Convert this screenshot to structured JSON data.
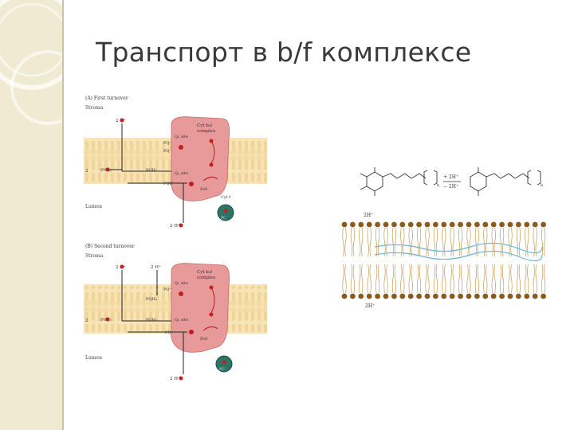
{
  "slide": {
    "title": "Транспорт в b/f комплексе"
  },
  "figure_a": {
    "panel_label": "(A) First turnover",
    "stroma": "Stroma",
    "lumen": "Lumen",
    "complex_label_1": "Cyt b₆f",
    "complex_label_2": "complex",
    "qn_site": "Qₙ site",
    "qp_site": "Qₚ site",
    "pq_top": "PQ",
    "pq_minus": "PQ⁻",
    "pqh2": "PQH₂",
    "pqh": "PQH",
    "psii": "(PSII)",
    "fes": "FeS",
    "cyt_f": "Cyt f",
    "pc": "PC",
    "h_top": "2 H⁺",
    "h_left": "2",
    "h_bottom": "2 H⁺"
  },
  "figure_b": {
    "panel_label": "(B) Second turnover",
    "stroma": "Stroma",
    "lumen": "Lumen",
    "complex_label_1": "Cyt b₆f",
    "complex_label_2": "complex",
    "qn_site": "Qₙ site",
    "qp_site": "Qₚ site",
    "pq_minus": "PQ⁻",
    "pqh2_top": "PQH₂",
    "pqh2": "PQH₂",
    "pq": "PQ",
    "psii": "(PSII)",
    "fes": "FeS",
    "pc": "PC",
    "h_top_1": "2 H⁺",
    "h_top_2": "2 H⁺",
    "h_left": "2",
    "h_bottom": "2 H⁺"
  },
  "membrane_figure": {
    "plus_2h": "+ 2H⁺",
    "minus_2h": "− 2H⁺",
    "n_label_1": "n",
    "n_label_2": "n",
    "top_2h": "2H⁺",
    "bottom_2h": "2H⁺"
  }
}
